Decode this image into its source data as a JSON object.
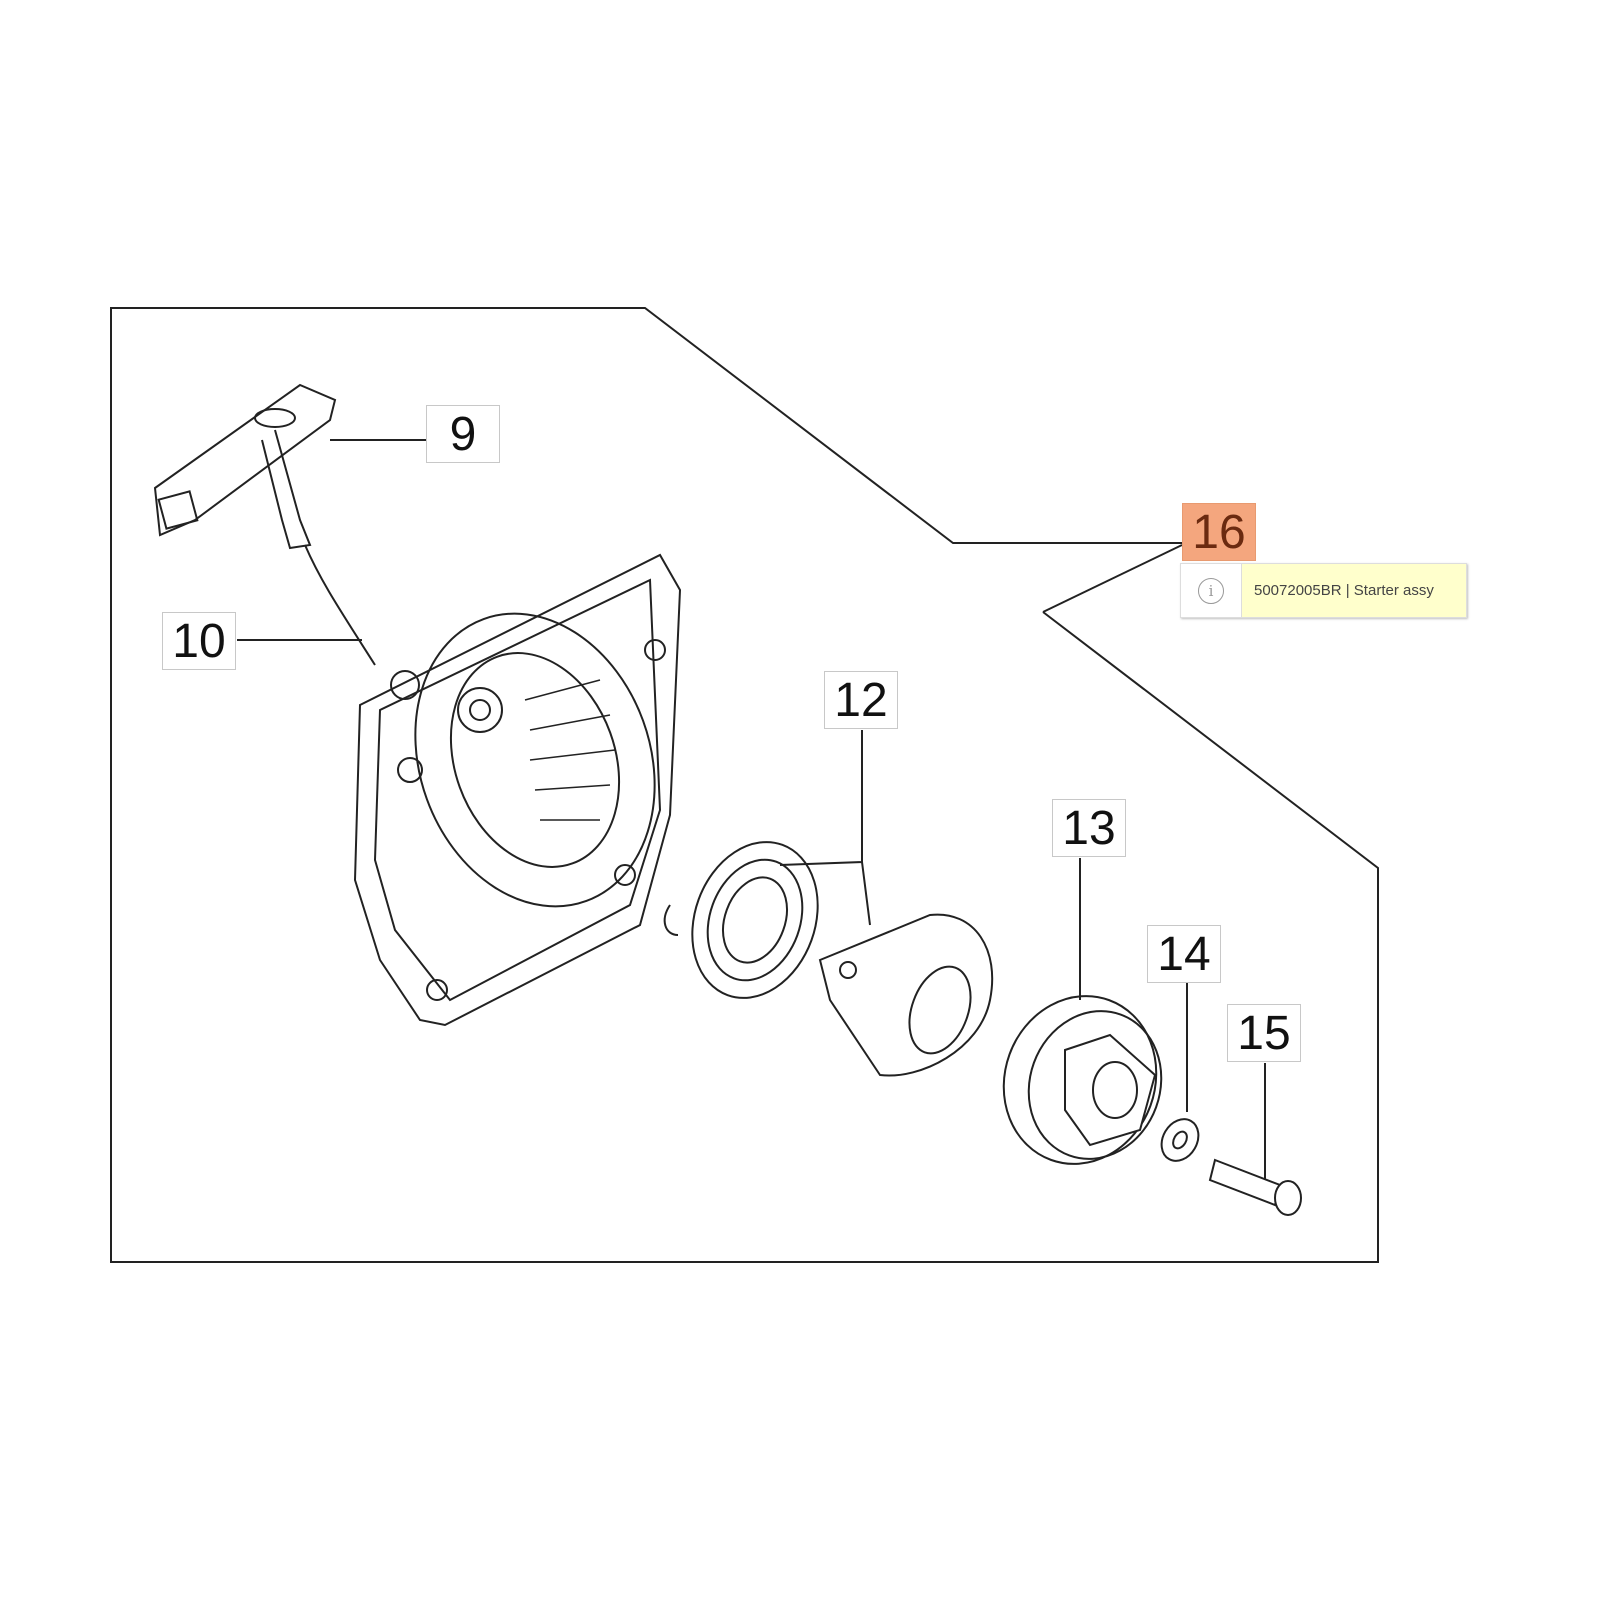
{
  "callouts": [
    {
      "number": "9"
    },
    {
      "number": "10"
    },
    {
      "number": "12"
    },
    {
      "number": "13"
    },
    {
      "number": "14"
    },
    {
      "number": "15"
    },
    {
      "number": "16",
      "active": true
    }
  ],
  "tooltip": {
    "icon": "info-icon",
    "icon_glyph": "i",
    "text": "50072005BR | Starter assy"
  },
  "colors": {
    "highlight": "#f4a67e",
    "tooltip_bg": "#ffffcc"
  }
}
